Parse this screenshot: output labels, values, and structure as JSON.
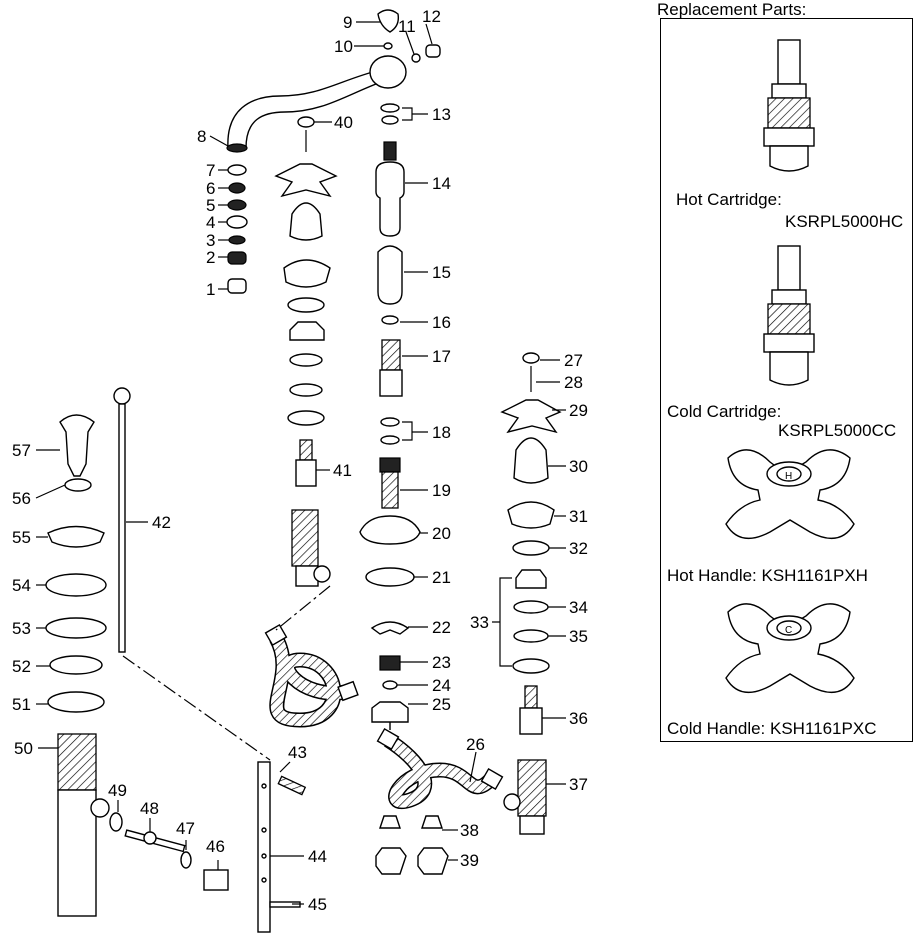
{
  "panel": {
    "title": "Replacement Parts:",
    "hot_cartridge_label": "Hot Cartridge:",
    "hot_cartridge_part": "KSRPL5000HC",
    "cold_cartridge_label": "Cold Cartridge:",
    "cold_cartridge_part": "KSRPL5000CC",
    "hot_handle": "Hot Handle: KSH1161PXH",
    "cold_handle": "Cold Handle: KSH1161PXC",
    "hot_letter": "H",
    "cold_letter": "C"
  },
  "callouts": [
    "1",
    "2",
    "3",
    "4",
    "5",
    "6",
    "7",
    "8",
    "9",
    "10",
    "11",
    "12",
    "13",
    "14",
    "15",
    "16",
    "17",
    "18",
    "19",
    "20",
    "21",
    "22",
    "23",
    "24",
    "25",
    "26",
    "27",
    "28",
    "29",
    "30",
    "31",
    "32",
    "33",
    "34",
    "35",
    "36",
    "37",
    "38",
    "39",
    "40",
    "41",
    "42",
    "43",
    "44",
    "45",
    "46",
    "47",
    "48",
    "49",
    "50",
    "51",
    "52",
    "53",
    "54",
    "55",
    "56",
    "57"
  ]
}
